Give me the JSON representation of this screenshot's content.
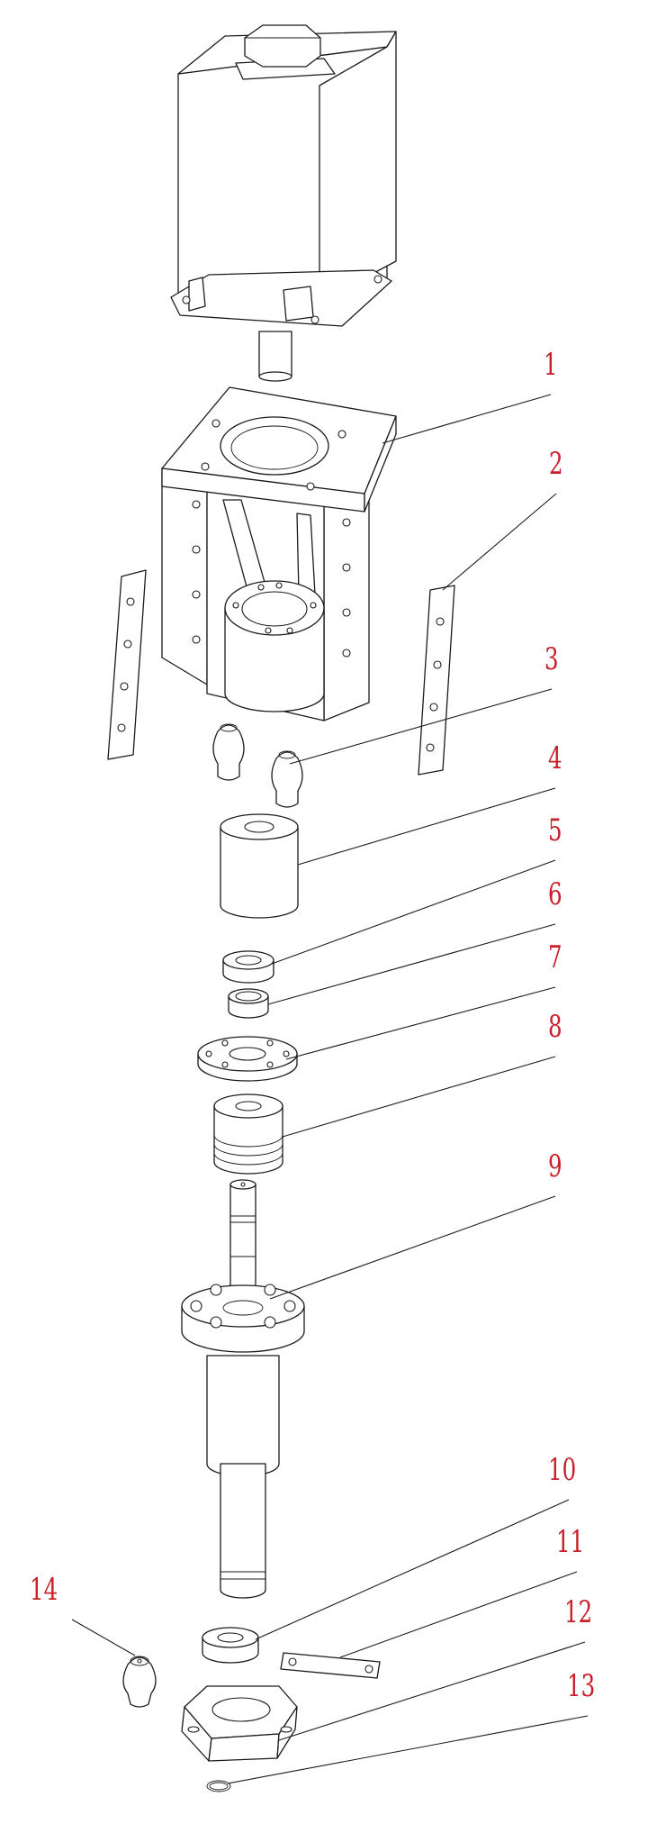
{
  "colors": {
    "callout": "#c8202b",
    "line": "#1a1a1a",
    "paper": "#ffffff"
  },
  "callouts": [
    {
      "label": "1"
    },
    {
      "label": "2"
    },
    {
      "label": "3"
    },
    {
      "label": "4"
    },
    {
      "label": "5"
    },
    {
      "label": "6"
    },
    {
      "label": "7"
    },
    {
      "label": "8"
    },
    {
      "label": "9"
    },
    {
      "label": "10"
    },
    {
      "label": "11"
    },
    {
      "label": "12"
    },
    {
      "label": "13"
    },
    {
      "label": "14"
    }
  ]
}
